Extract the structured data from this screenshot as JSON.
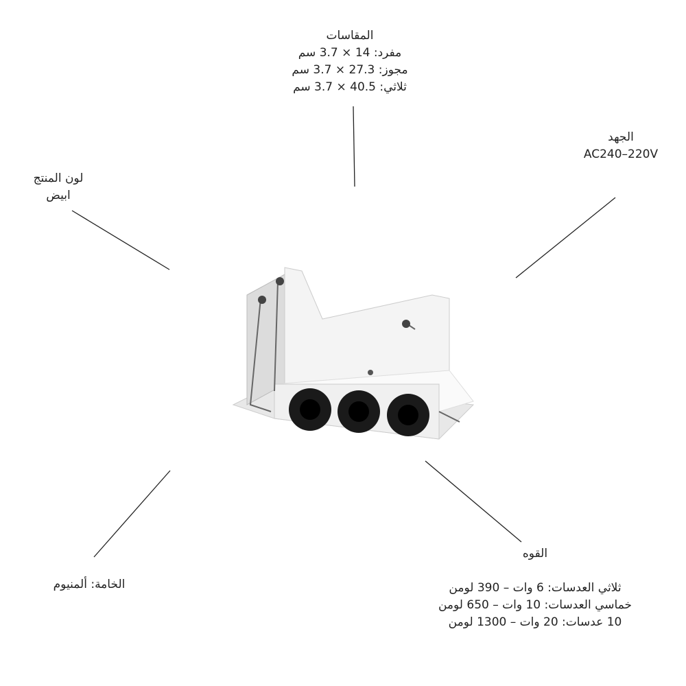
{
  "dimensions": {
    "title": "المقاسات",
    "lines": [
      "مفرد: 14 × 3.7 سم",
      "مجوز: 27.3 × 3.7 سم",
      "ثلاثي: 40.5 × 3.7 سم"
    ]
  },
  "voltage": {
    "title": "الجهد",
    "value": "AC240–220V"
  },
  "color": {
    "title": "لون المنتج",
    "value": "ابيض"
  },
  "material": {
    "label": "الخامة: ألمنيوم"
  },
  "power": {
    "title": "القوه",
    "lines": [
      "ثلاثي العدسات: 6 وات – 390 لومن",
      "خماسي العدسات: 10 وات – 650 لومن",
      "10 عدسات: 20 وات – 1300 لومن"
    ]
  },
  "colors": {
    "line": "#222222",
    "lens": "#1a1a1a",
    "body": "#f2f2f2"
  }
}
